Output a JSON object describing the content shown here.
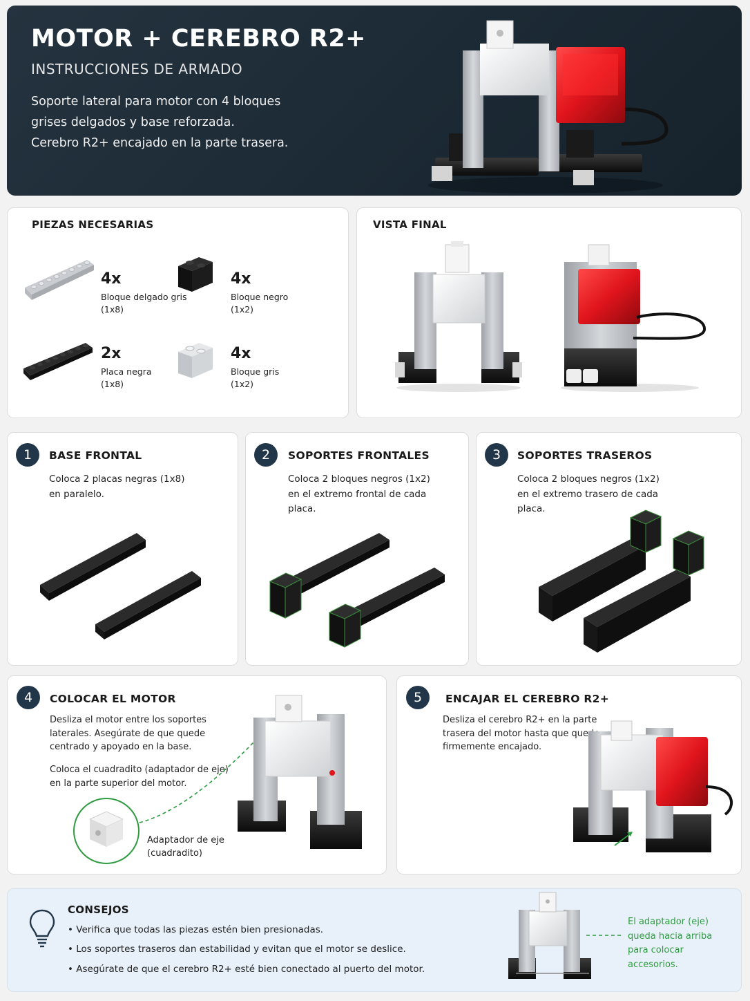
{
  "header": {
    "title": "MOTOR + CEREBRO R2+",
    "subtitle": "INSTRUCCIONES DE ARMADO",
    "description_lines": [
      "Soporte lateral para motor con 4 bloques",
      "grises delgados y base reforzada.",
      "Cerebro R2+ encajado en la parte trasera."
    ]
  },
  "parts": {
    "title": "PIEZAS NECESARIAS",
    "items": [
      {
        "qty": "4x",
        "name": "Bloque delgado gris",
        "size": "(1x8)"
      },
      {
        "qty": "4x",
        "name": "Bloque negro",
        "size": "(1x2)"
      },
      {
        "qty": "2x",
        "name": "Placa negra",
        "size": "(1x8)"
      },
      {
        "qty": "4x",
        "name": "Bloque gris",
        "size": "(1x2)"
      }
    ]
  },
  "final_view": {
    "title": "VISTA FINAL"
  },
  "steps": [
    {
      "num": "1",
      "title": "BASE FRONTAL",
      "lines": [
        "Coloca 2 placas negras (1x8)",
        "en paralelo."
      ]
    },
    {
      "num": "2",
      "title": "SOPORTES FRONTALES",
      "lines": [
        "Coloca 2 bloques negros (1x2)",
        "en el extremo frontal de cada",
        "placa."
      ]
    },
    {
      "num": "3",
      "title": "SOPORTES TRASEROS",
      "lines": [
        "Coloca 2 bloques negros (1x2)",
        "en el extremo trasero de cada",
        "placa."
      ]
    },
    {
      "num": "4",
      "title": "COLOCAR EL MOTOR",
      "lines": [
        "Desliza el motor entre los soportes",
        "laterales. Asegúrate de que quede",
        "centrado y apoyado en la base."
      ],
      "lines2": [
        "Coloca el cuadradito (adaptador de eje)",
        "en la parte superior del motor."
      ],
      "callout": [
        "Adaptador de eje",
        "(cuadradito)"
      ]
    },
    {
      "num": "5",
      "title": "ENCAJAR EL CEREBRO R2+",
      "lines": [
        "Desliza el cerebro R2+ en la parte",
        "trasera del motor hasta que quede",
        "firmemente encajado."
      ]
    }
  ],
  "tips": {
    "title": "CONSEJOS",
    "items": [
      "• Verifica que todas las piezas estén bien presionadas.",
      "• Los soportes traseros dan estabilidad y evitan que el motor se deslice.",
      "• Asegúrate de que el cerebro R2+ esté bien conectado al puerto del motor."
    ],
    "note": [
      "El adaptador (eje)",
      "queda hacia arriba",
      "para colocar",
      "accesorios."
    ]
  },
  "colors": {
    "header_bg": "#1f2e3a",
    "step_badge": "#22364a",
    "accent_green": "#2e9b3f",
    "brain_red": "#e0141c",
    "tips_bg": "#e8f1fa"
  }
}
